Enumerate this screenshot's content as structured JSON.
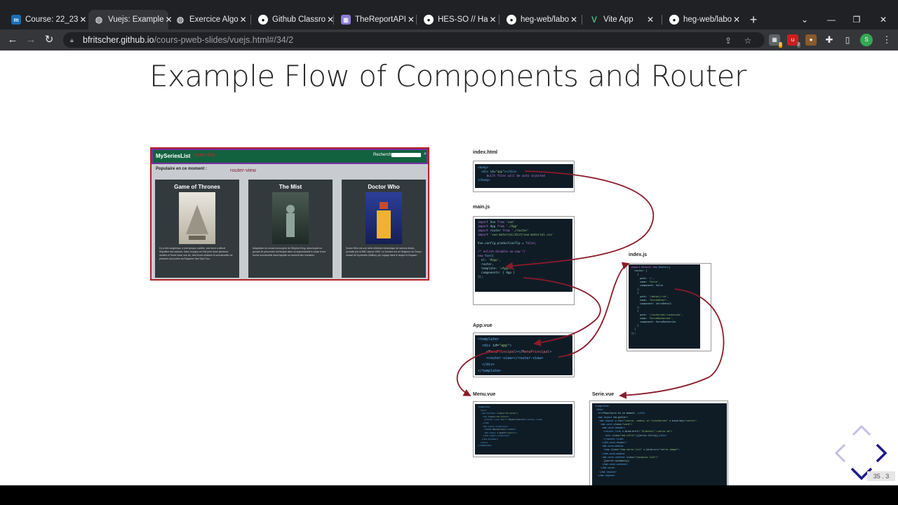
{
  "browser": {
    "tabs": [
      {
        "title": "Course: 22_23",
        "icon": "moodle-icon",
        "active": false
      },
      {
        "title": "Vuejs: Example",
        "icon": "globe-icon",
        "active": true
      },
      {
        "title": "Exercice Algo",
        "icon": "globe-icon",
        "active": false
      },
      {
        "title": "Github Classro",
        "icon": "github-icon",
        "active": false
      },
      {
        "title": "TheReportAPI",
        "icon": "report-icon",
        "active": false
      },
      {
        "title": "HES-SO // Ha",
        "icon": "github-icon",
        "active": false
      },
      {
        "title": "heg-web/labo",
        "icon": "github-icon",
        "active": false
      },
      {
        "title": "Vite App",
        "icon": "vite-icon",
        "active": false
      },
      {
        "title": "heg-web/labo",
        "icon": "github-icon",
        "active": false
      }
    ],
    "url_host": "bfritscher.github.io",
    "url_path": "/cours-pweb-slides/vuejs.html#/34/2",
    "ext_badges": [
      "3",
      "2"
    ],
    "profile_initial": "S"
  },
  "slide": {
    "title": "Example Flow of Components and Router",
    "app": {
      "brand": "MySeriesList",
      "brand_sub": "router-link",
      "search_label": "Rechercher:",
      "section_label": "Populaire en ce moment :",
      "router_view_label": "router-view",
      "cards": [
        {
          "title": "Game of Thrones",
          "desc": "Il y a très longtemps, à une époque oubliée, une force a détruit l'équilibre des saisons. Dans un pays où l'été peut durer plusieurs années et l'hiver toute une vie, des forces sinistres et surnaturelles se pressent aux portes du Royaume des Sept Cou..."
        },
        {
          "title": "The Mist",
          "desc": "Adaptation du roman homonyme de Stephen King, dans lequel un groupe de personnes est bloqué dans un supermarché à cause d'une brume surnaturelle dans laquelle se cachent des monstres."
        },
        {
          "title": "Doctor Who",
          "desc": "Doctor Who est une série télévisée britannique de science-fiction, produite par la BBC depuis 1963. Le Docteur est un Seigneur du Temps venant de la planète Gallifrey, qui voyage dans le temps et l'espace..."
        }
      ]
    },
    "files": {
      "index_html": "index.html",
      "main_js": "main.js",
      "app_vue": "App.vue",
      "menu_vue": "Menu.vue",
      "index_js": "index.js",
      "serie_vue": "Serie.vue"
    },
    "counter": "35 . 3"
  }
}
